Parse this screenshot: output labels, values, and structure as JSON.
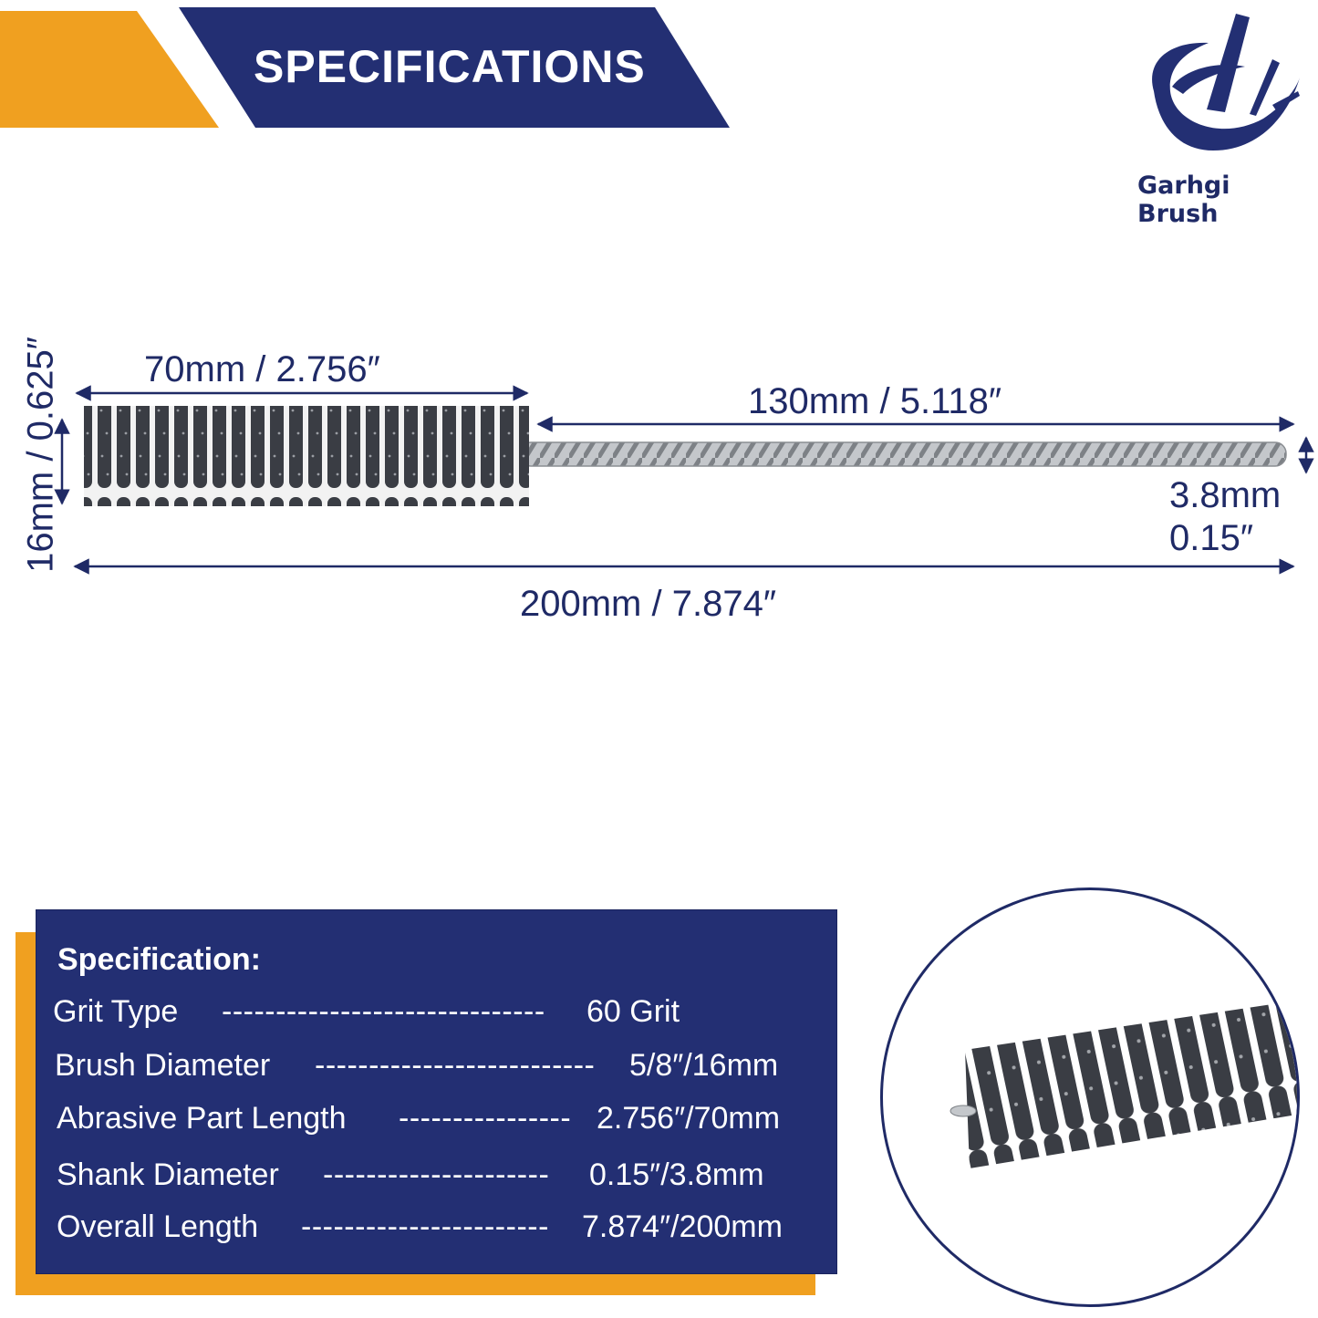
{
  "banner": {
    "title": "SPECIFICATIONS"
  },
  "logo": {
    "brand": "Garhgi Brush"
  },
  "colors": {
    "navy": "#232f73",
    "orange": "#f0a020",
    "brush": "#3a3d44",
    "shank": "#b9bcc0"
  },
  "dimensions": {
    "abrasive_length": "70mm / 2.756″",
    "shank_length": "130mm / 5.118″",
    "overall_length": "200mm / 7.874″",
    "shank_diameter_mm": "3.8mm",
    "shank_diameter_in": "0.15″",
    "brush_diameter": "16mm / 0.625″"
  },
  "spec": {
    "heading": "Specification:",
    "rows": [
      {
        "label": "Grit Type",
        "dashes": "------------------------------",
        "value": "60 Grit"
      },
      {
        "label": "Brush Diameter",
        "dashes": "--------------------------",
        "value": "5/8″/16mm"
      },
      {
        "label": "Abrasive Part Length",
        "dashes": "----------------",
        "value": "2.756″/70mm"
      },
      {
        "label": "Shank Diameter",
        "dashes": "---------------------",
        "value": "0.15″/3.8mm"
      },
      {
        "label": "Overall Length",
        "dashes": "-----------------------",
        "value": "7.874″/200mm"
      }
    ]
  }
}
